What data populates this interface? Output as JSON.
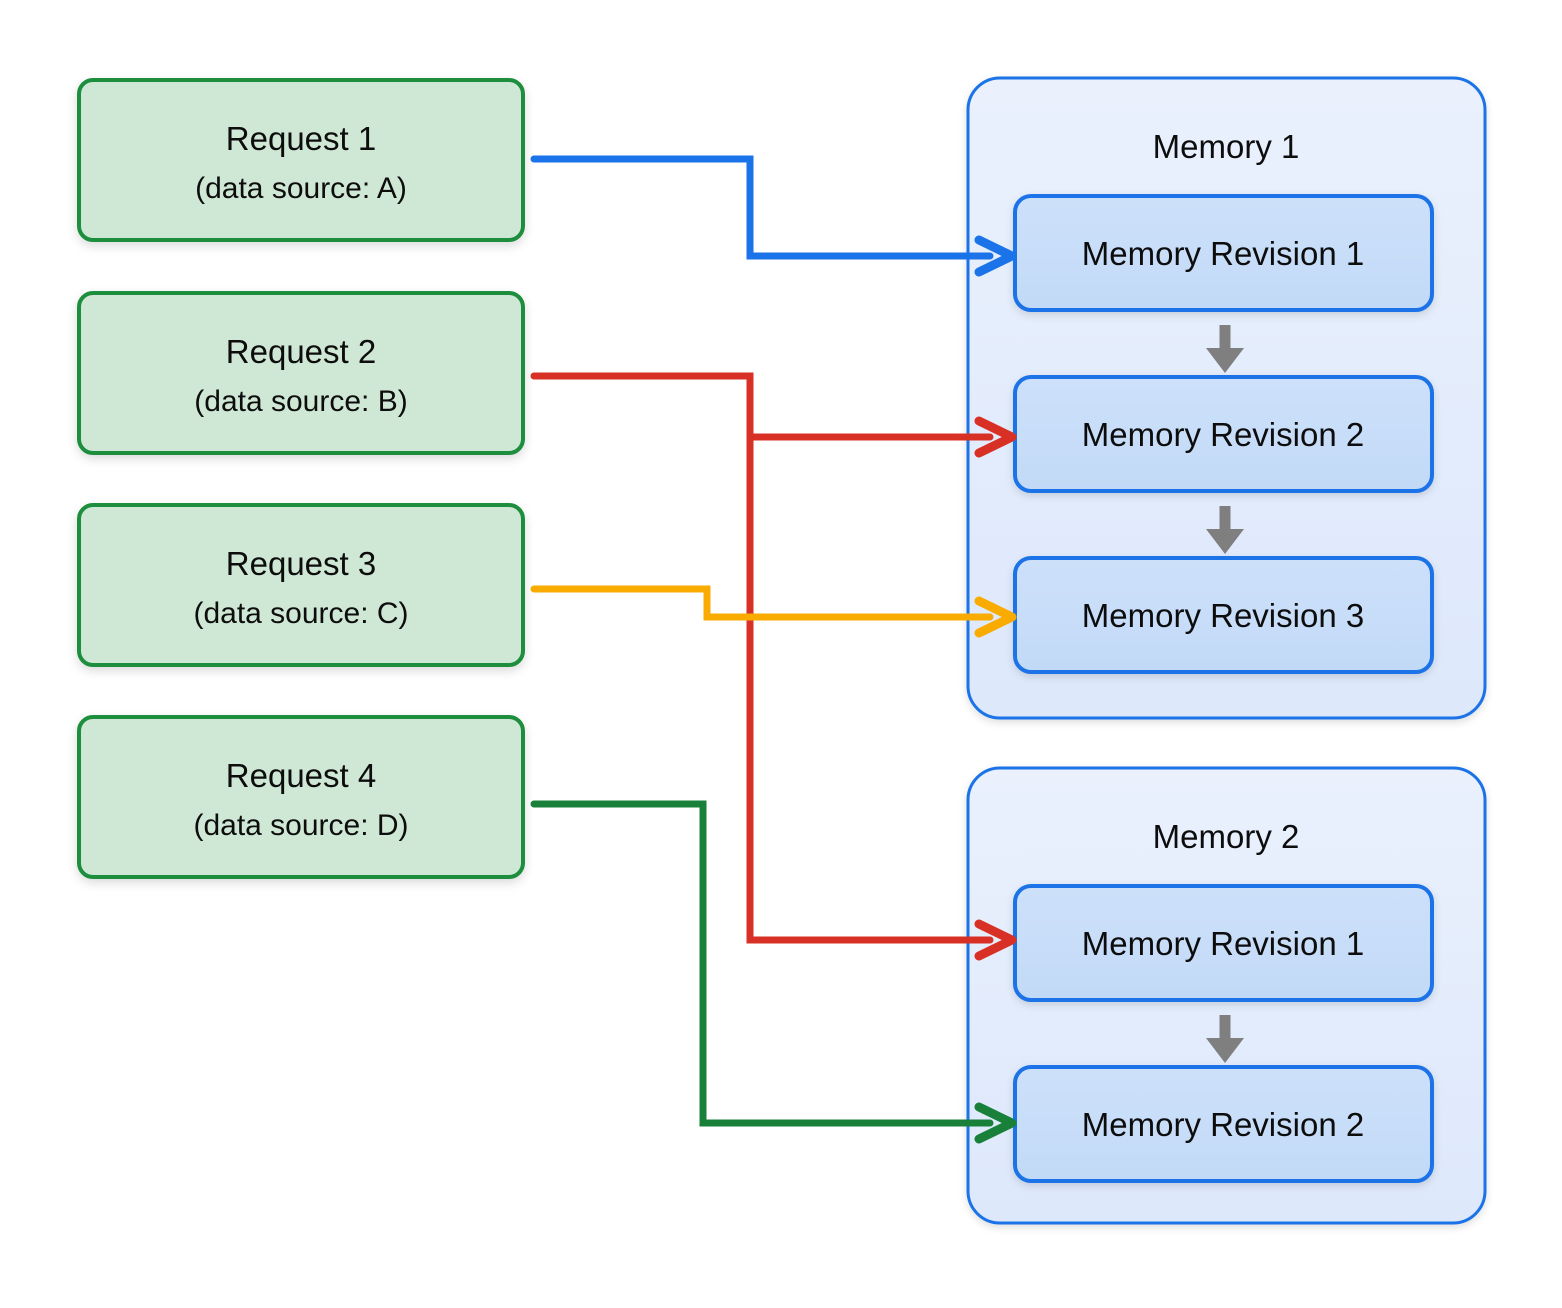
{
  "colors": {
    "request_fill": "#cfe8d5",
    "request_border": "#1e8e3e",
    "memory_container_fill_top": "#eaf1fd",
    "memory_container_fill_bottom": "#dfe9fb",
    "memory_container_border": "#1a73e8",
    "revision_fill": "#c6dcf8",
    "revision_border": "#1a73e8",
    "flow_blue": "#1a73e8",
    "flow_red": "#d93025",
    "flow_orange": "#f9ab00",
    "flow_green": "#188038",
    "revision_arrow_gray": "#7f7f7f",
    "text": "#0d0d0d",
    "background": "#ffffff"
  },
  "requests": [
    {
      "id": "request-1",
      "title": "Request 1",
      "subtitle": "(data source: A)",
      "flow_color_name": "flow_blue"
    },
    {
      "id": "request-2",
      "title": "Request 2",
      "subtitle": "(data source: B)",
      "flow_color_name": "flow_red"
    },
    {
      "id": "request-3",
      "title": "Request 3",
      "subtitle": "(data source: C)",
      "flow_color_name": "flow_orange"
    },
    {
      "id": "request-4",
      "title": "Request 4",
      "subtitle": "(data source: D)",
      "flow_color_name": "flow_green"
    }
  ],
  "memories": [
    {
      "id": "memory-1",
      "title": "Memory 1",
      "revisions": [
        {
          "id": "memory-1-revision-1",
          "label": "Memory Revision 1"
        },
        {
          "id": "memory-1-revision-2",
          "label": "Memory Revision 2"
        },
        {
          "id": "memory-1-revision-3",
          "label": "Memory Revision 3"
        }
      ]
    },
    {
      "id": "memory-2",
      "title": "Memory 2",
      "revisions": [
        {
          "id": "memory-2-revision-1",
          "label": "Memory Revision 1"
        },
        {
          "id": "memory-2-revision-2",
          "label": "Memory Revision 2"
        }
      ]
    }
  ],
  "flows": [
    {
      "id": "flow-request-1-to-memory-1-revision-1",
      "from": "Request 1",
      "to": "Memory 1 / Memory Revision 1",
      "color_name": "flow_blue"
    },
    {
      "id": "flow-request-2-to-memory-1-revision-2",
      "from": "Request 2",
      "to": "Memory 1 / Memory Revision 2",
      "color_name": "flow_red"
    },
    {
      "id": "flow-request-2-to-memory-2-revision-1",
      "from": "Request 2",
      "to": "Memory 2 / Memory Revision 1",
      "color_name": "flow_red"
    },
    {
      "id": "flow-request-3-to-memory-1-revision-3",
      "from": "Request 3",
      "to": "Memory 1 / Memory Revision 3",
      "color_name": "flow_orange"
    },
    {
      "id": "flow-request-4-to-memory-2-revision-2",
      "from": "Request 4",
      "to": "Memory 2 / Memory Revision 2",
      "color_name": "flow_green"
    }
  ],
  "revision_sequence_arrows": [
    {
      "id": "memory-1-arrow-1-to-2",
      "from": "Memory Revision 1",
      "to": "Memory Revision 2"
    },
    {
      "id": "memory-1-arrow-2-to-3",
      "from": "Memory Revision 2",
      "to": "Memory Revision 3"
    },
    {
      "id": "memory-2-arrow-1-to-2",
      "from": "Memory Revision 1",
      "to": "Memory Revision 2"
    }
  ]
}
